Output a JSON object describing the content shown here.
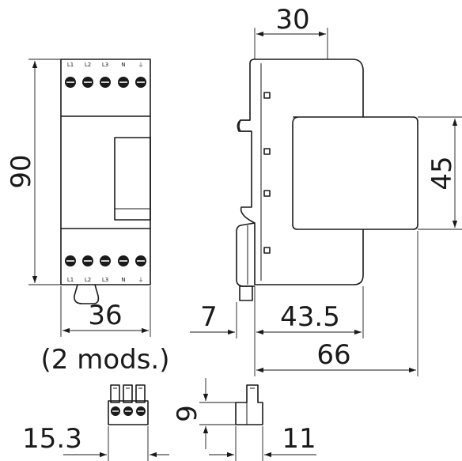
{
  "dimensions": {
    "height_front": "90",
    "width_front": "36",
    "modules_note": "(2 mods.)",
    "top_depth": "30",
    "side_height": "45",
    "rail_offset": "7",
    "depth_mid": "43.5",
    "depth_total": "66",
    "plug_width": "15.3",
    "plug_height": "9",
    "plug_depth": "11"
  },
  "terminal_labels_top": [
    "L1",
    "L2",
    "L3",
    "N",
    "⏚"
  ],
  "terminal_labels_bottom": [
    "L1",
    "L2",
    "L3",
    "N",
    "⏚"
  ]
}
